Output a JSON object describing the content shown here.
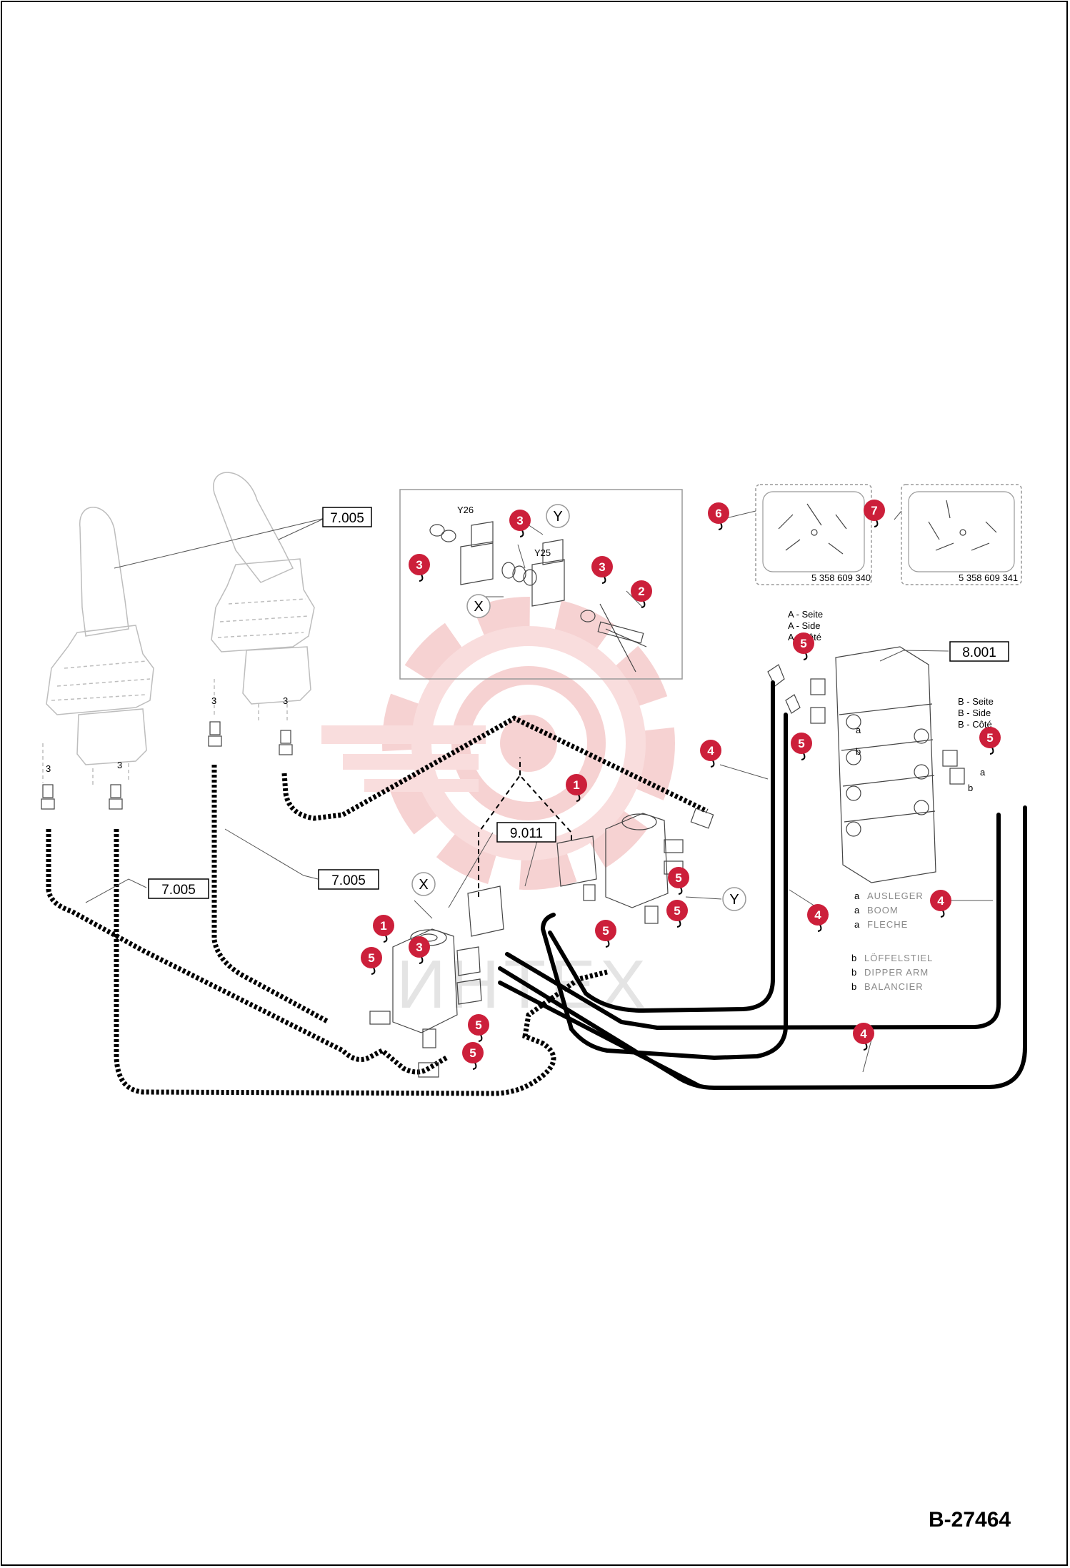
{
  "document": {
    "id": "B-27464"
  },
  "watermark": {
    "text": "ИНТЕХ",
    "color": "#f0b5b5"
  },
  "colors": {
    "callout": "#cc1f3a",
    "line": "#000000",
    "light_line": "#b9b9b9"
  },
  "refs": {
    "r7005a": "7.005",
    "r7005b": "7.005",
    "r7005c": "7.005",
    "r9011": "9.011",
    "r8001": "8.001"
  },
  "ports": {
    "x": "X",
    "y": "Y"
  },
  "valve_labels": {
    "y26": "Y26",
    "y25": "Y25"
  },
  "side_a": [
    "A - Seite",
    "A - Side",
    "A - Côté"
  ],
  "side_b": [
    "B - Seite",
    "B - Side",
    "B - Côté"
  ],
  "port_letters": {
    "a": "a",
    "b": "b"
  },
  "legend_a": {
    "prefix": "a",
    "lines": [
      "AUSLEGER",
      "BOOM",
      "FLECHE"
    ]
  },
  "legend_b": {
    "prefix": "b",
    "lines": [
      "LÖFFELSTIEL",
      "DIPPER ARM",
      "BALANCIER"
    ]
  },
  "decal_codes": {
    "d1": "5 358 609 340",
    "d2": "5 358 609 341"
  },
  "small_marks": {
    "three": "3"
  },
  "callouts": [
    "1",
    "1",
    "2",
    "3",
    "3",
    "3",
    "3",
    "4",
    "4",
    "4",
    "4",
    "5",
    "5",
    "5",
    "5",
    "5",
    "5",
    "5",
    "5",
    "5",
    "6",
    "7"
  ]
}
